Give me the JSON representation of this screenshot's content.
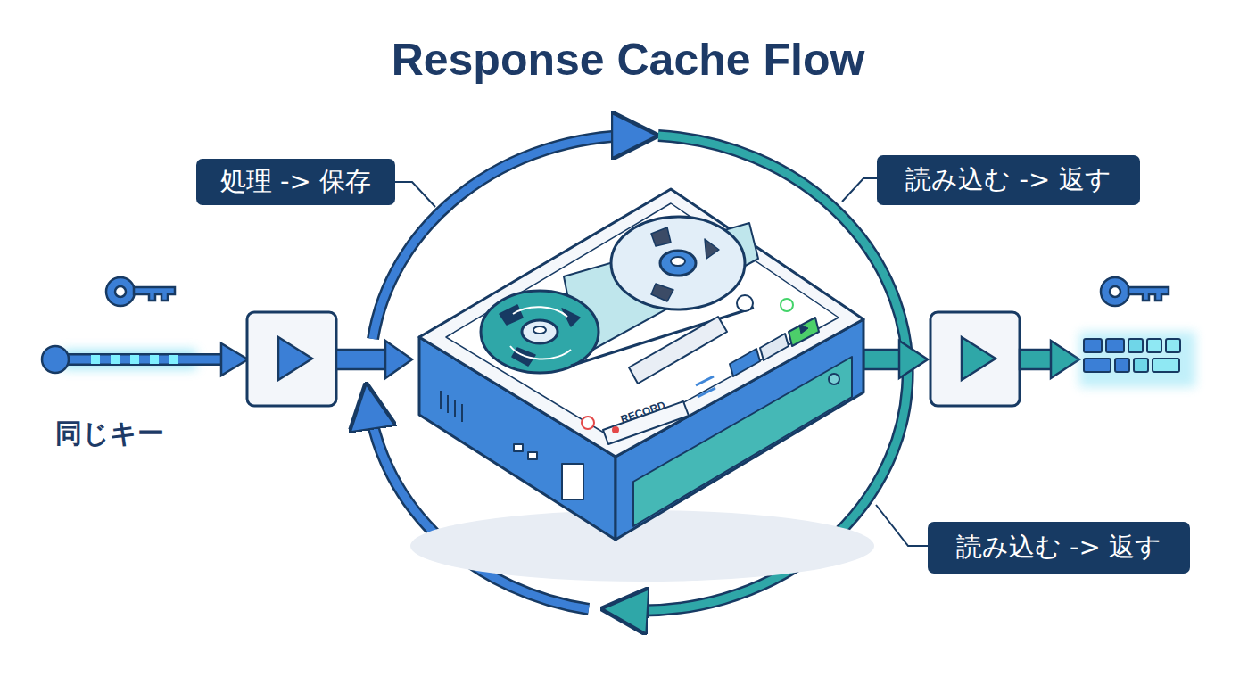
{
  "diagram": {
    "title": "Response Cache Flow",
    "nodes": [
      {
        "text": [
          "処理 -> 保存"
        ]
      },
      {
        "text": [
          "読み込む -> 返す"
        ]
      },
      {
        "text": [
          "読み込む -> 返す"
        ]
      }
    ],
    "labels": [
      "同じキー",
      "RECORD"
    ]
  }
}
